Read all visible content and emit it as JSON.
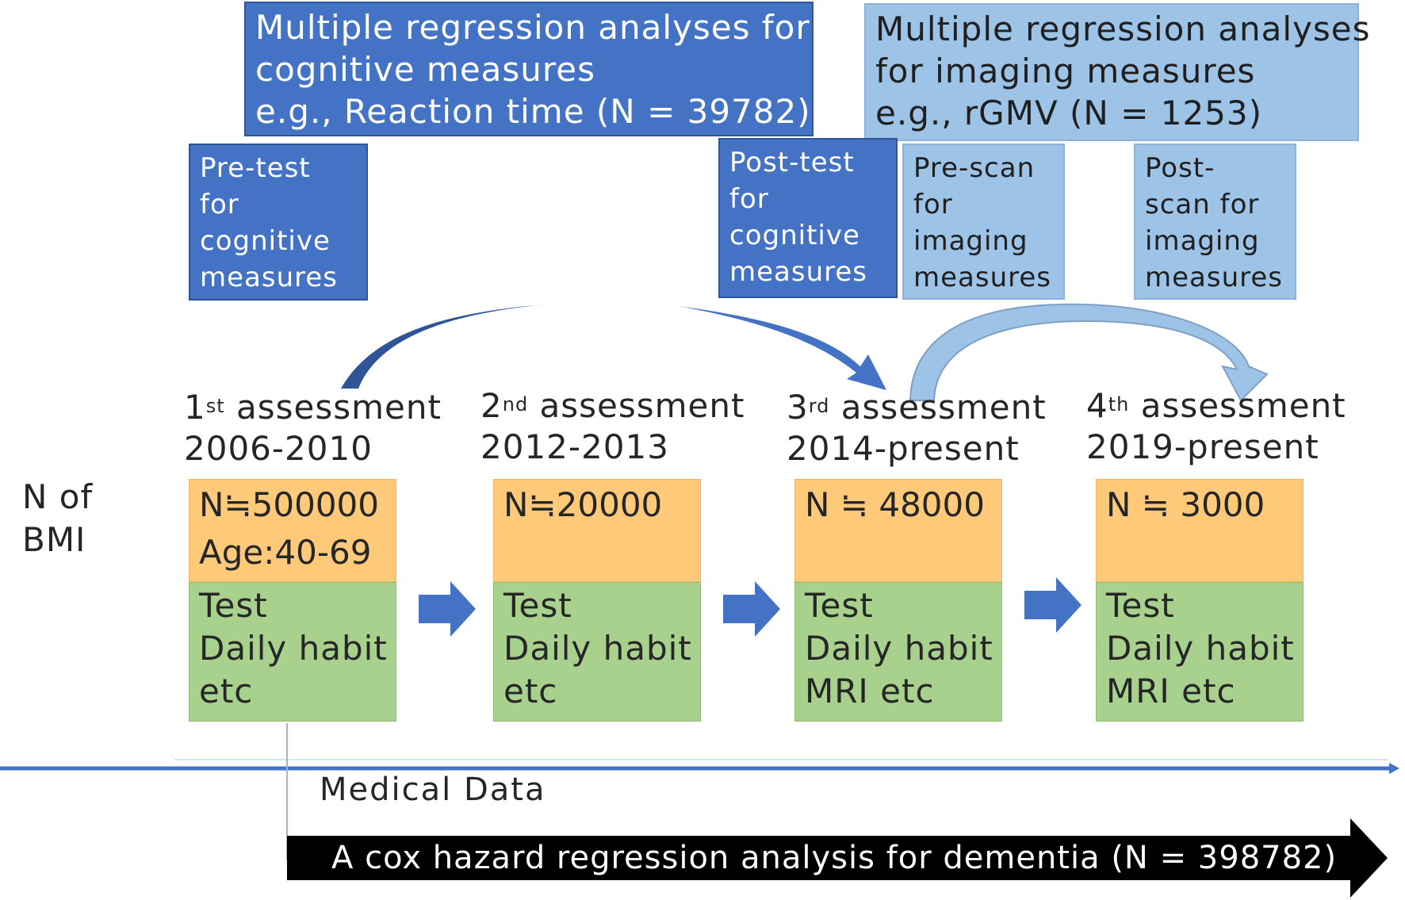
{
  "banners": {
    "cognitive": [
      "Multiple regression analyses for",
      "cognitive measures",
      "e.g., Reaction time (N = 39782)"
    ],
    "imaging": [
      "Multiple regression analyses",
      "for imaging measures",
      "e.g., rGMV (N = 1253)"
    ]
  },
  "tests": {
    "pre_test": "Pre-test\nfor\ncognitive\nmeasures",
    "post_test": "Post-test\nfor\ncognitive\nmeasures",
    "pre_scan": "Pre-scan\nfor\nimaging\nmeasures",
    "post_scan": "Post-\nscan for\nimaging\nmeasures"
  },
  "n_of_bmi": [
    "N of",
    "BMI"
  ],
  "assessments": [
    {
      "num": "1",
      "sup": "st",
      "label": " assessment",
      "years": "2006-2010",
      "n": "N≒500000",
      "age": "Age:40-69",
      "items": [
        "Test",
        "Daily habit",
        "etc"
      ]
    },
    {
      "num": "2",
      "sup": "nd",
      "label": " assessment",
      "years": "2012-2013",
      "n": "N≒20000",
      "age": "",
      "items": [
        "Test",
        "Daily habit",
        "etc"
      ]
    },
    {
      "num": "3",
      "sup": "rd",
      "label": " assessment",
      "years": "2014-present",
      "n": "N ≒ 48000",
      "age": "",
      "items": [
        "Test",
        "Daily habit",
        "MRI etc"
      ]
    },
    {
      "num": "4",
      "sup": "th",
      "label": " assessment",
      "years": "2019-present",
      "n": "N ≒ 3000",
      "age": "",
      "items": [
        "Test",
        "Daily habit",
        "MRI etc"
      ]
    }
  ],
  "medical_data": "Medical Data",
  "cox": "A cox hazard regression analysis for dementia (N = 398782)",
  "colors": {
    "dark_blue": "#4472c4",
    "light_blue": "#9dc3e6",
    "orange": "#ffc97a",
    "green": "#a9d18e",
    "black": "#000000"
  }
}
